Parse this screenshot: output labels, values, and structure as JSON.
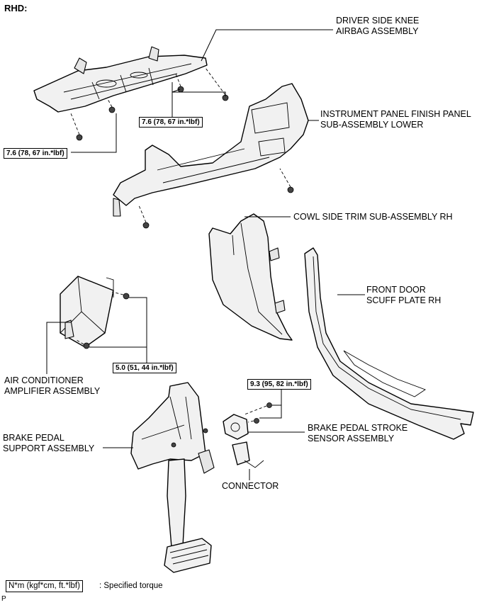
{
  "header": {
    "tag": "RHD:"
  },
  "labels": {
    "knee_airbag": [
      "DRIVER SIDE KNEE",
      "AIRBAG ASSEMBLY"
    ],
    "finish_panel": [
      "INSTRUMENT PANEL FINISH PANEL",
      "SUB-ASSEMBLY LOWER"
    ],
    "cowl_trim": [
      "COWL SIDE TRIM SUB-ASSEMBLY RH"
    ],
    "scuff_plate": [
      "FRONT DOOR",
      "SCUFF PLATE RH"
    ],
    "ac_amplifier": [
      "AIR CONDITIONER",
      "AMPLIFIER ASSEMBLY"
    ],
    "pedal_support": [
      "BRAKE PEDAL",
      "SUPPORT ASSEMBLY"
    ],
    "stroke_sensor": [
      "BRAKE PEDAL STROKE",
      "SENSOR ASSEMBLY"
    ],
    "connector": [
      "CONNECTOR"
    ]
  },
  "torques": {
    "knee_airbag_upper": "7.6 (78, 67 in.*lbf)",
    "knee_airbag_lower": "7.6 (78, 67 in.*lbf)",
    "ac_amplifier": "5.0 (51, 44 in.*lbf)",
    "stroke_sensor": "9.3 (95, 82 in.*lbf)"
  },
  "legend": {
    "box": "N*m (kgf*cm, ft.*lbf)",
    "text": ": Specified torque"
  },
  "footer": {
    "code": "P"
  }
}
